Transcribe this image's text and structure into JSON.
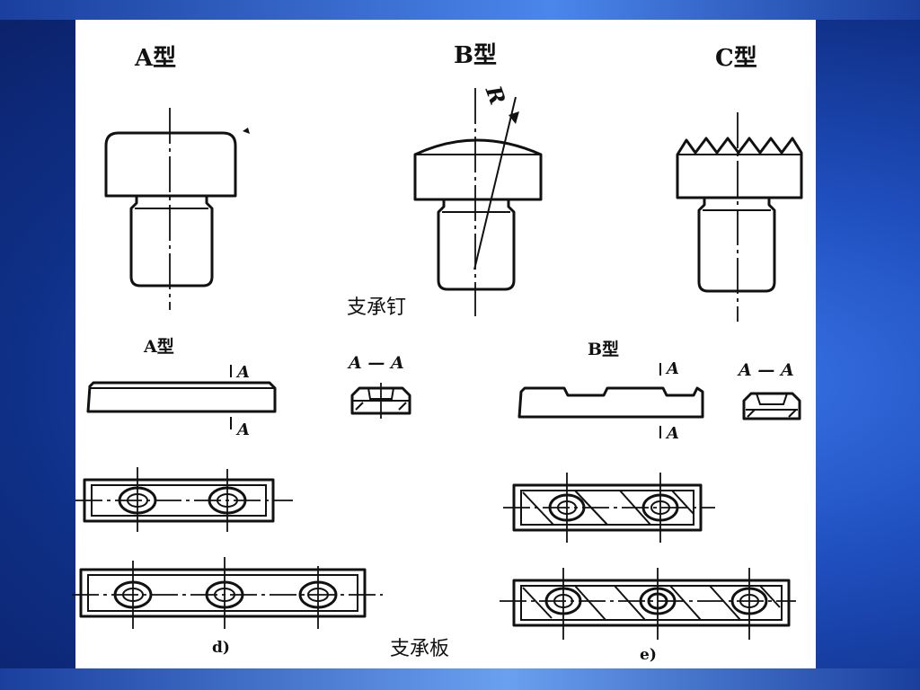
{
  "diagram": {
    "pins": {
      "labels": [
        "A型",
        "B型",
        "C型"
      ],
      "radius_mark": "R",
      "caption": "支承钉"
    },
    "plates": {
      "label_a": "A型",
      "label_b": "B型",
      "section_mark": "A",
      "section_label": "A — A",
      "sub_d": "d)",
      "sub_e": "e)",
      "caption": "支承板"
    }
  }
}
